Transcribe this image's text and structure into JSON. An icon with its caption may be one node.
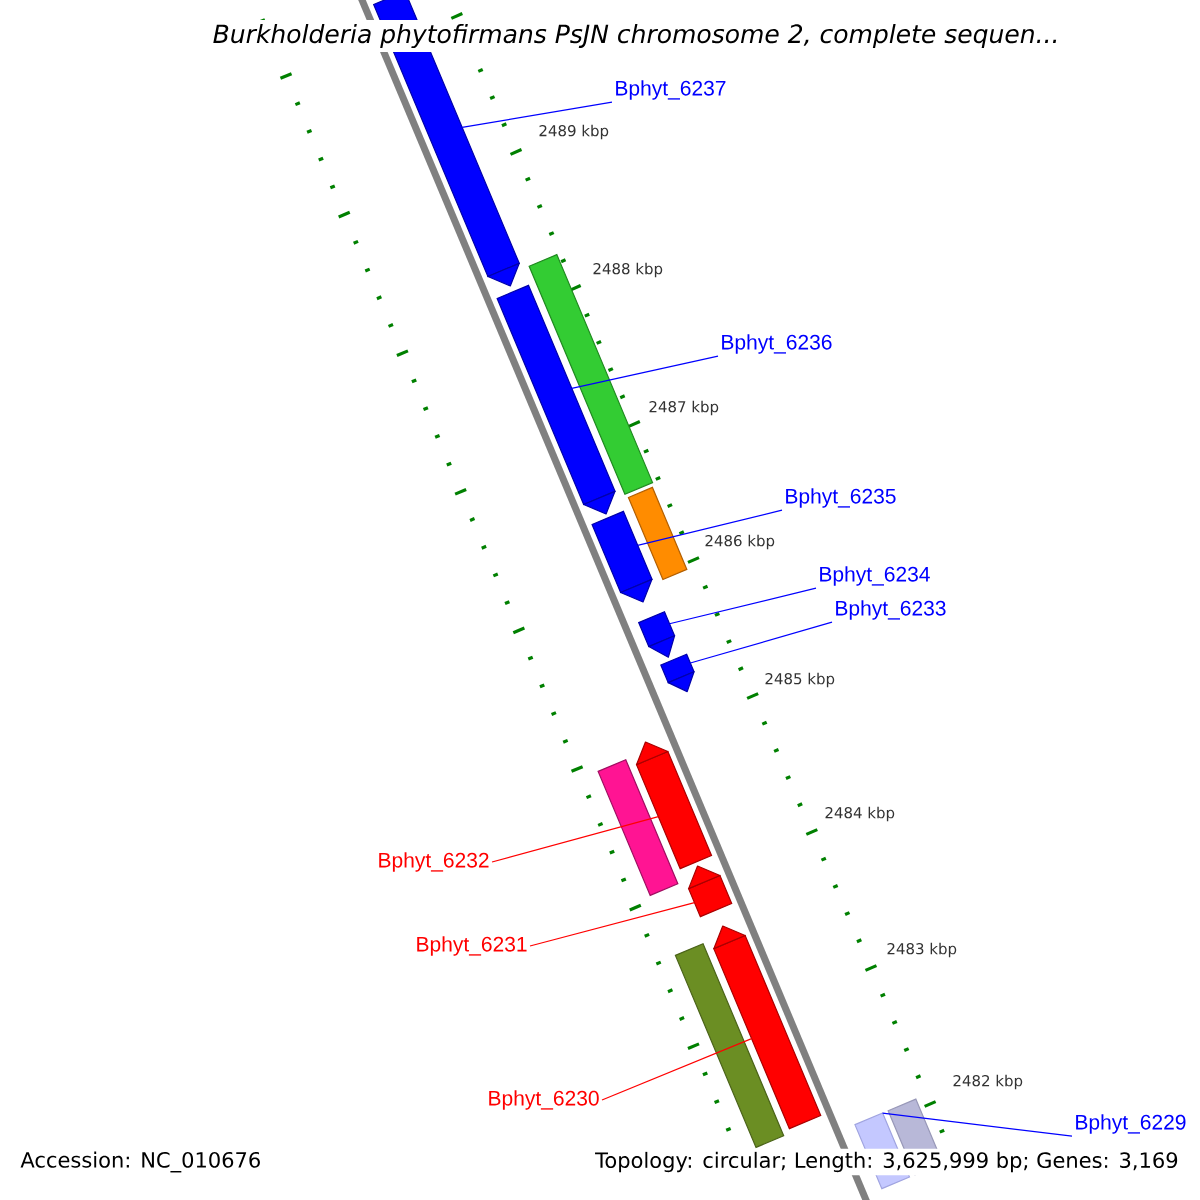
{
  "diagram": {
    "title": "*Burkholderia phytofirmans* PsJN chromosome 2, complete sequen...",
    "nodes": [
      {
        "text": [
          "Bphyt_6237"
        ]
      },
      {
        "text": [],
        "shape": "arrow"
      },
      {
        "text": [
          "Bphyt_6236"
        ]
      },
      {
        "text": [],
        "shape": "arrow"
      },
      {
        "text": [],
        "shape": "bar"
      },
      {
        "text": [
          "Bphyt_6235"
        ]
      },
      {
        "text": [],
        "shape": "arrow"
      },
      {
        "text": [],
        "shape": "bar"
      },
      {
        "text": [
          "Bphyt_6234"
        ]
      },
      {
        "text": [],
        "shape": "arrow"
      },
      {
        "text": [
          "Bphyt_6233"
        ]
      },
      {
        "text": [],
        "shape": "arrow"
      },
      {
        "text": [],
        "shape": "bar"
      },
      {
        "text": [],
        "shape": "arrow"
      },
      {
        "text": [
          "Bphyt_6232"
        ]
      },
      {
        "text": [],
        "shape": "arrow"
      },
      {
        "text": [
          "Bphyt_6231"
        ]
      },
      {
        "text": [],
        "shape": "bar"
      },
      {
        "text": [],
        "shape": "arrow"
      },
      {
        "text": [
          "Bphyt_6230"
        ]
      },
      {
        "text": [
          "Bphyt_6229"
        ]
      },
      {
        "text": [],
        "shape": "bar"
      },
      {
        "text": [],
        "shape": "bar"
      }
    ],
    "edges": [
      {
        "from": 0,
        "to": 1,
        "arrow": "none"
      },
      {
        "from": 2,
        "to": 3,
        "arrow": "none"
      },
      {
        "from": 5,
        "to": 6,
        "arrow": "none"
      },
      {
        "from": 8,
        "to": 9,
        "arrow": "none"
      },
      {
        "from": 10,
        "to": 11,
        "arrow": "none"
      },
      {
        "from": 14,
        "to": 13,
        "arrow": "none",
        "color": "#ff0000"
      },
      {
        "from": 16,
        "to": 15,
        "arrow": "none",
        "color": "#ff0000"
      },
      {
        "from": 19,
        "to": 18,
        "arrow": "none",
        "color": "#ff0000"
      },
      {
        "from": 20,
        "to": 21,
        "arrow": "none"
      }
    ],
    "labels": [
      "2489 kbp",
      "2488 kbp",
      "2487 kbp",
      "2486 kbp",
      "2485 kbp",
      "2484 kbp",
      "2483 kbp",
      "2482 kbp",
      "Accession: NC_010676",
      "Topology: circular; Length: 3,625,999 bp; Genes: 3,169"
    ]
  }
}
